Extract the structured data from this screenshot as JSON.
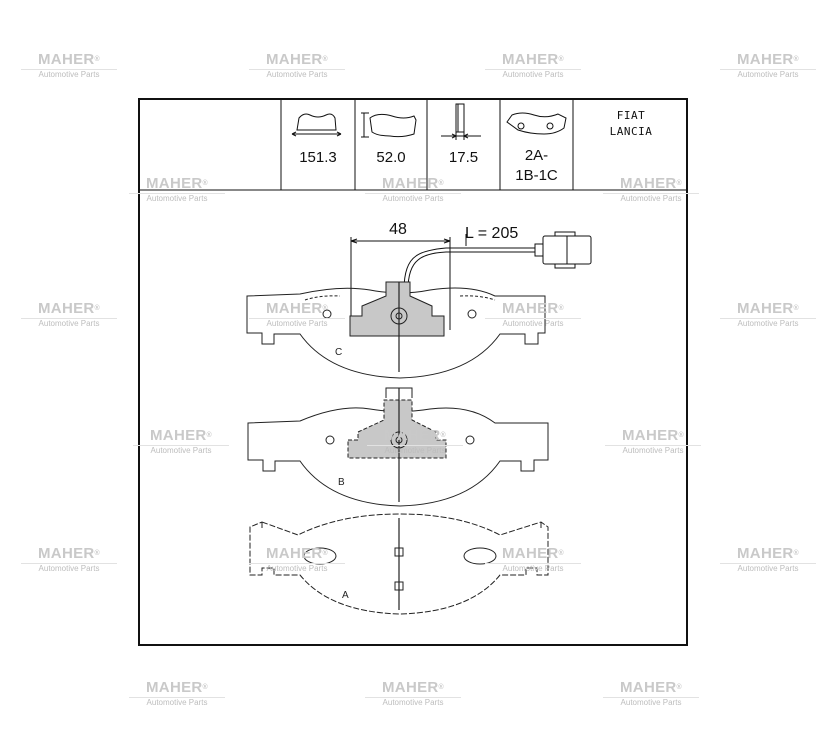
{
  "watermark": {
    "brand": "MAHER",
    "registered": "®",
    "sub": "Automotive Parts"
  },
  "header": {
    "width_value": "151.3",
    "height_value": "52.0",
    "thickness_value": "17.5",
    "type_line1": "2A-",
    "type_line2": "1B-1C",
    "application_line1": "FIAT",
    "application_line2": "LANCIA"
  },
  "drawing": {
    "sensor_spacing": "48",
    "wire_length": "L = 205",
    "pad_labels": [
      "C",
      "B",
      "A"
    ]
  },
  "icons": [
    "pad-width-icon",
    "pad-height-icon",
    "pad-thickness-icon",
    "pad-type-icon"
  ]
}
